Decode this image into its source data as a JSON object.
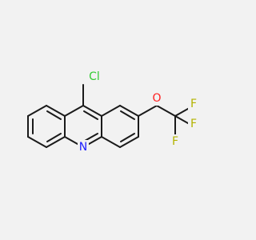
{
  "molecule": {
    "atoms": [
      {
        "id": "cl",
        "symbol": "Cl",
        "color": "#33cc33"
      },
      {
        "id": "n",
        "symbol": "N",
        "color": "#2020ff"
      },
      {
        "id": "o",
        "symbol": "O",
        "color": "#ff2020"
      },
      {
        "id": "f1",
        "symbol": "F",
        "color": "#b3b300"
      },
      {
        "id": "f2",
        "symbol": "F",
        "color": "#b3b300"
      },
      {
        "id": "f3",
        "symbol": "F",
        "color": "#b3b300"
      }
    ]
  }
}
